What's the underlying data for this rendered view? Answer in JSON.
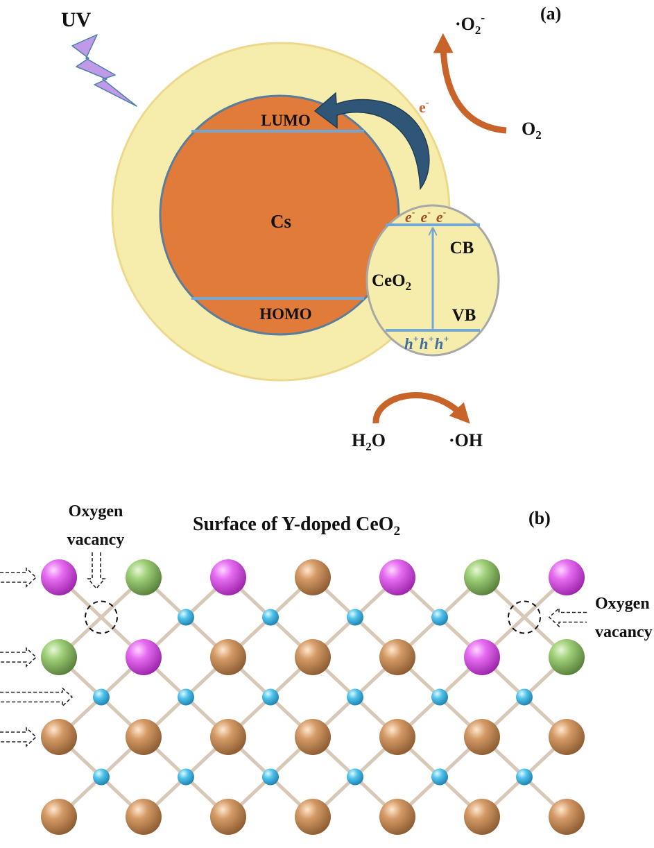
{
  "panel_a": {
    "tag": "(a)",
    "uv_label": "UV",
    "electron_label": "e",
    "electron_sup": "-",
    "superoxide": {
      "prefix": "·O",
      "sub": "2",
      "sup": "-"
    },
    "oxygen": {
      "prefix": "O",
      "sub": "2"
    },
    "lumo": "LUMO",
    "homo": "HOMO",
    "core": "Cs",
    "ceo2": {
      "prefix": "CeO",
      "sub": "2"
    },
    "cb": "CB",
    "vb": "VB",
    "cb_electrons": [
      "e",
      "e",
      "e"
    ],
    "electron_charge": "-",
    "vb_holes": [
      "h",
      "h",
      "h"
    ],
    "hole_charge": "+",
    "water": {
      "prefix": "H",
      "sub": "2",
      "suffix": "O"
    },
    "hydroxyl": "·OH",
    "colors": {
      "shell": "#f6ecab",
      "core": "#e07b39",
      "band_line": "#74a7d4",
      "electron_arrow": "#2f5677",
      "reaction_arrow": "#c8642a",
      "uv_bolt": "#c09ae8"
    }
  },
  "panel_b": {
    "tag": "(b)",
    "title": {
      "prefix": "Surface of Y-doped CeO",
      "sub": "2"
    },
    "vacancy_left": {
      "line1": "Oxygen",
      "line2": "vacancy"
    },
    "vacancy_right": {
      "line1": "Oxygen",
      "line2": "vacancy"
    },
    "atom_rows": [
      [
        "magenta",
        "green",
        "magenta",
        "brown",
        "magenta",
        "green",
        "magenta"
      ],
      [
        "green",
        "magenta",
        "brown",
        "brown",
        "brown",
        "magenta",
        "green"
      ],
      [
        "brown",
        "brown",
        "brown",
        "brown",
        "brown",
        "brown",
        "brown"
      ],
      [
        "brown",
        "brown",
        "brown",
        "brown",
        "brown",
        "brown",
        "brown"
      ]
    ],
    "vacancy_sites": [
      [
        0,
        0
      ],
      [
        0,
        5
      ]
    ],
    "colors": {
      "magenta": "#d94ee6",
      "green": "#8fc069",
      "brown": "#c98f5c",
      "oxygen": "#45b8e3",
      "bond": "#d7c8b8"
    }
  }
}
